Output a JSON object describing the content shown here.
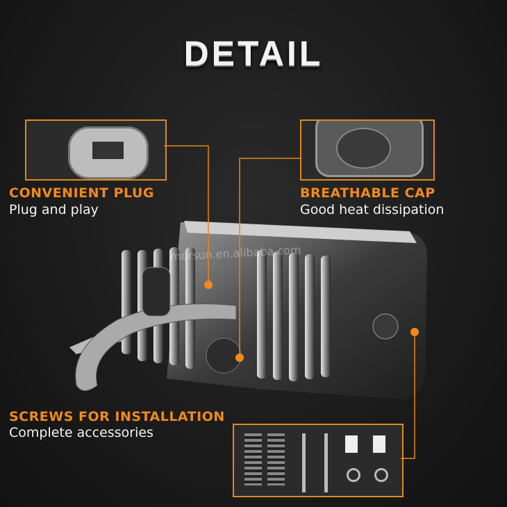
{
  "title": "DETAIL",
  "watermark": "morsun.en.alibaba.com",
  "features": [
    {
      "heading": "CONVENIENT PLUG",
      "description": "Plug and play"
    },
    {
      "heading": "BREATHABLE CAP",
      "description": "Good heat dissipation"
    },
    {
      "heading": "SCREWS FOR INSTALLATION",
      "description": "Complete accessories"
    }
  ],
  "colors": {
    "accent": "#f08a1c",
    "background": "#1b1b1b"
  }
}
